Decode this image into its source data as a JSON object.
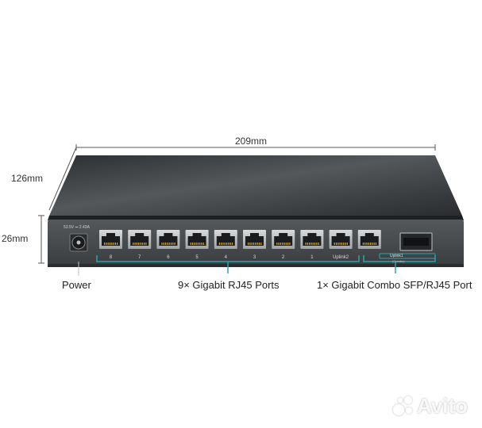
{
  "dimensions": {
    "width_label": "209mm",
    "depth_label": "126mm",
    "height_label": "26mm"
  },
  "device": {
    "power_rating": "53.5V ⎓ 2.43A",
    "ports": [
      {
        "number": "8"
      },
      {
        "number": "7"
      },
      {
        "number": "6"
      },
      {
        "number": "5"
      },
      {
        "number": "4"
      },
      {
        "number": "3"
      },
      {
        "number": "2"
      },
      {
        "number": "1"
      },
      {
        "number": "Uplink2"
      },
      {
        "number": ""
      }
    ],
    "uplink1_label": "Uplink1",
    "combo_label": "(Combo)"
  },
  "callouts": {
    "power": "Power",
    "rj45": "9× Gigabit RJ45 Ports",
    "combo": "1× Gigabit Combo SFP/RJ45 Port"
  },
  "watermark": {
    "text": "Avito",
    "icon": "avito-dots-icon"
  },
  "colors": {
    "callout_line": "#2aa3a9",
    "body_dark": "#3a3d40",
    "front_panel": "#4a4d50"
  }
}
